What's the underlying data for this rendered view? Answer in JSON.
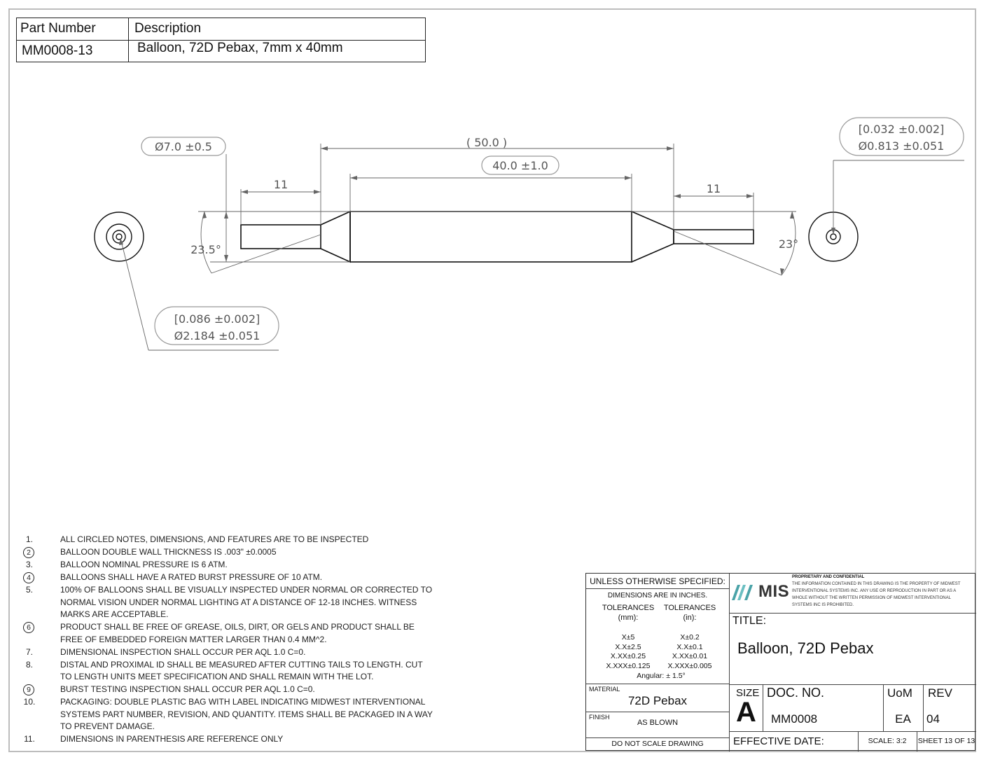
{
  "part_table": {
    "headers": [
      "Part Number",
      "Description"
    ],
    "row": [
      "MM0008-13",
      "Balloon, 72D Pebax, 7mm x 40mm"
    ]
  },
  "dimensions": {
    "od_tolerance": "Ø7.0 ±0.5",
    "overall_ref": "( 50.0 )",
    "body_length": "40.0 ±1.0",
    "tail_left": "11",
    "tail_right": "11",
    "angle_left": "23.5°",
    "angle_right": "23°",
    "right_callout_in": "[0.032 ±0.002]",
    "right_callout_mm": "Ø0.813 ±0.051",
    "left_callout_in": "[0.086 ±0.002]",
    "left_callout_mm": "Ø2.184 ±0.051"
  },
  "notes": [
    {
      "num": "1.",
      "circled": false,
      "text": "ALL CIRCLED NOTES, DIMENSIONS, AND FEATURES ARE TO BE INSPECTED"
    },
    {
      "num": "2",
      "circled": true,
      "text": "BALLOON DOUBLE WALL THICKNESS IS .003\" ±0.0005"
    },
    {
      "num": "3.",
      "circled": false,
      "text": "BALLOON NOMINAL PRESSURE IS 6 ATM."
    },
    {
      "num": "4",
      "circled": true,
      "text": "BALLOONS SHALL HAVE A RATED BURST PRESSURE OF 10 ATM."
    },
    {
      "num": "5.",
      "circled": false,
      "text": "100% OF BALLOONS SHALL BE VISUALLY INSPECTED UNDER NORMAL OR CORRECTED TO NORMAL VISION UNDER NORMAL LIGHTING AT A DISTANCE OF 12-18 INCHES. WITNESS MARKS ARE ACCEPTABLE."
    },
    {
      "num": "6",
      "circled": true,
      "text": "PRODUCT SHALL BE FREE OF GREASE, OILS, DIRT, OR GELS AND PRODUCT SHALL BE FREE OF EMBEDDED FOREIGN MATTER LARGER THAN 0.4 MM^2."
    },
    {
      "num": "7.",
      "circled": false,
      "text": "DIMENSIONAL INSPECTION SHALL OCCUR PER AQL 1.0 C=0."
    },
    {
      "num": "8.",
      "circled": false,
      "text": "DISTAL AND PROXIMAL ID SHALL BE MEASURED AFTER CUTTING TAILS TO LENGTH. CUT TO LENGTH UNITS MEET SPECIFICATION AND SHALL REMAIN WITH THE LOT."
    },
    {
      "num": "9",
      "circled": true,
      "text": "BURST TESTING INSPECTION SHALL OCCUR PER AQL 1.0 C=0."
    },
    {
      "num": "10.",
      "circled": false,
      "text": "PACKAGING: DOUBLE PLASTIC BAG WITH LABEL INDICATING MIDWEST INTERVENTIONAL SYSTEMS PART NUMBER, REVISION, AND QUANTITY. ITEMS SHALL BE PACKAGED IN A WAY TO PREVENT DAMAGE."
    },
    {
      "num": "11.",
      "circled": false,
      "text": "DIMENSIONS IN PARENTHESIS ARE REFERENCE ONLY"
    }
  ],
  "title_block": {
    "unless": "UNLESS OTHERWISE SPECIFIED:",
    "dims_in": "DIMENSIONS ARE IN INCHES.",
    "tol_mm_label": "TOLERANCES",
    "tol_mm_unit": "(mm):",
    "tol_in_label": "TOLERANCES",
    "tol_in_unit": "(in):",
    "tol_mm": [
      "X±5",
      "X.X±2.5",
      "X.XX±0.25",
      "X.XXX±0.125"
    ],
    "tol_in": [
      "X±0.2",
      "X.X±0.1",
      "X.XX±0.01",
      "X.XXX±0.005"
    ],
    "angular": "Angular: ± 1.5°",
    "material_label": "MATERIAL",
    "material": "72D Pebax",
    "finish_label": "FINISH",
    "finish": "AS BLOWN",
    "no_scale": "DO NOT SCALE DRAWING",
    "logo": "MIS",
    "proprietary_title": "PROPRIETARY AND CONFIDENTIAL",
    "proprietary_lines": [
      "THE INFORMATION CONTAINED IN THIS DRAWING IS THE PROPERTY OF MIDWEST",
      "INTERVENTIONAL SYSTEMS INC. ANY USE OR REPRODUCTION IN PART OR AS A",
      "WHOLE WITHOUT THE WRITTEN PERMISSION OF MIDWEST INTERVENTIONAL",
      "SYSTEMS INC IS PROHIBITED."
    ],
    "title_label": "TITLE:",
    "title": "Balloon, 72D Pebax",
    "size_label": "SIZE",
    "size": "A",
    "doc_label": "DOC.  NO.",
    "doc": "MM0008",
    "uom_label": "UoM",
    "uom": "EA",
    "rev_label": "REV",
    "rev": "04",
    "effective_label": "EFFECTIVE DATE:",
    "scale": "SCALE: 3:2",
    "sheet": "SHEET 13 OF 13"
  }
}
